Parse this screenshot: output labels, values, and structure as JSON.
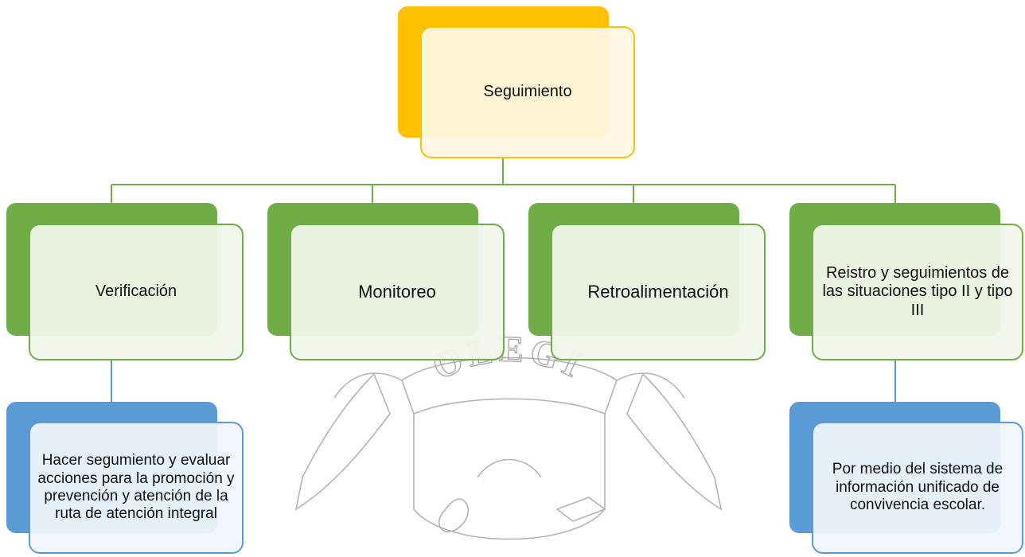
{
  "diagram": {
    "root": {
      "label": "Seguimiento",
      "color": "#ffc000"
    },
    "level1": [
      {
        "label": "Verificación",
        "color": "#70ad47"
      },
      {
        "label": "Monitoreo",
        "color": "#70ad47"
      },
      {
        "label": "Retroalimentación",
        "color": "#70ad47"
      },
      {
        "label": "Reistro y seguimientos de las situaciones tipo II y tipo III",
        "color": "#70ad47"
      }
    ],
    "level2": [
      {
        "label": "Hacer segumiento y evaluar acciones para la promoción y prevención y atención de la ruta de atención integral",
        "parent": "Verificación",
        "color": "#5b9bd5"
      },
      {
        "label": "Por medio del sistema de información unificado de convivencia escolar.",
        "parent": "Reistro y seguimientos de las situaciones tipo II y tipo III",
        "color": "#5b9bd5"
      }
    ]
  },
  "watermark": {
    "text": "COLEGIO"
  }
}
